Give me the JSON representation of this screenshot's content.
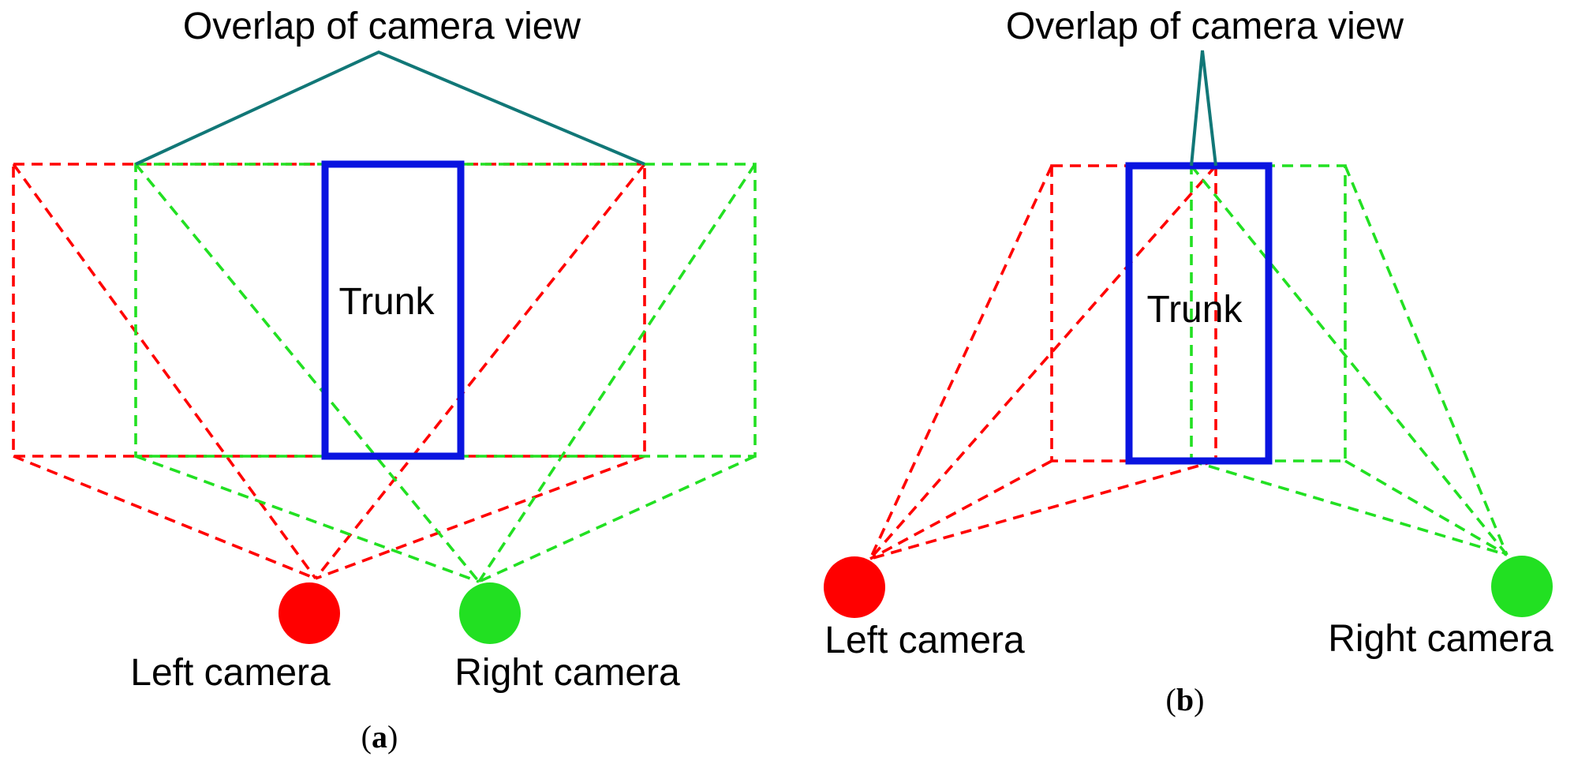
{
  "panel_a": {
    "overlap_label": "Overlap of camera view",
    "trunk_label": "Trunk",
    "left_camera_label": "Left camera",
    "right_camera_label": "Right camera",
    "panel_prefix": "(",
    "panel_letter": "a",
    "panel_suffix": ")"
  },
  "panel_b": {
    "overlap_label": "Overlap of camera view",
    "trunk_label": "Trunk",
    "left_camera_label": "Left camera",
    "right_camera_label": "Right camera",
    "panel_prefix": "(",
    "panel_letter": "b",
    "panel_suffix": ")"
  },
  "colors": {
    "left_camera": "#ff0000",
    "right_camera": "#22e022",
    "trunk": "#0a14e0",
    "overlap_pointer": "#117777"
  }
}
